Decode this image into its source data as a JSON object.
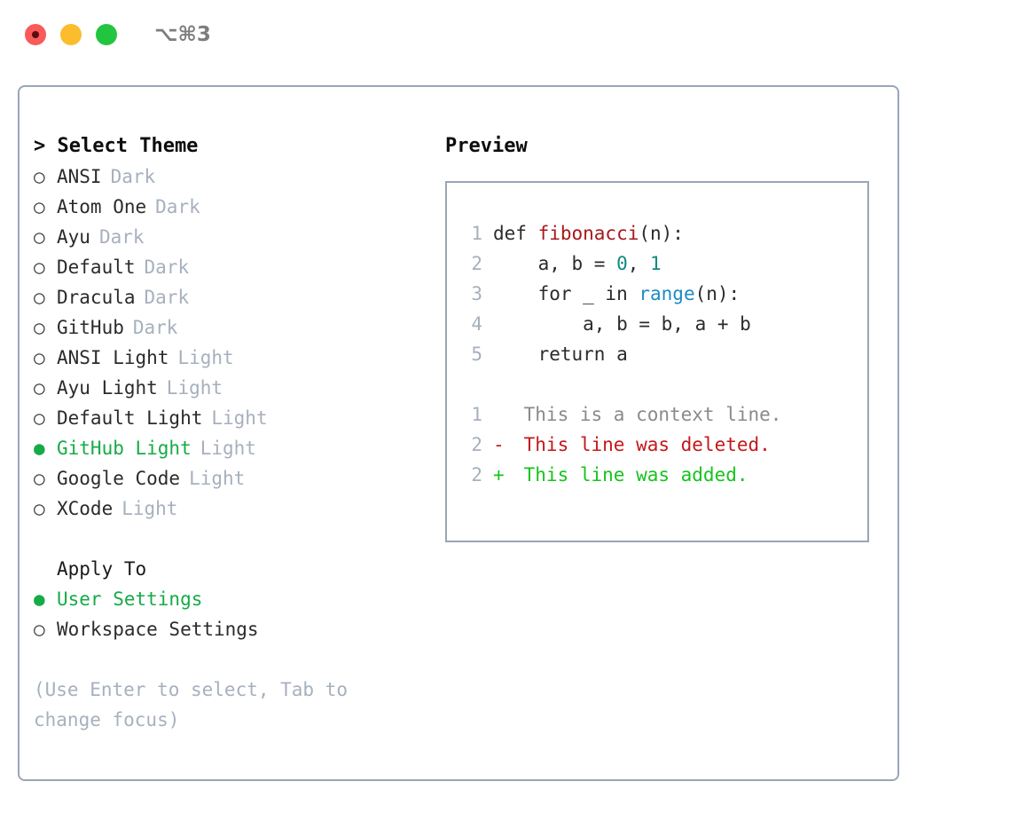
{
  "titlebar": {
    "lights": [
      {
        "name": "close",
        "color": "#fa5a5a"
      },
      {
        "name": "minimize",
        "color": "#fbbd2e"
      },
      {
        "name": "zoom",
        "color": "#22c540"
      }
    ],
    "shortcut": "⌥⌘3"
  },
  "theme_panel": {
    "header": "> Select Theme",
    "items": [
      {
        "bullet": "○",
        "label": "ANSI",
        "tag": "Dark",
        "selected": false
      },
      {
        "bullet": "○",
        "label": "Atom One",
        "tag": "Dark",
        "selected": false
      },
      {
        "bullet": "○",
        "label": "Ayu",
        "tag": "Dark",
        "selected": false
      },
      {
        "bullet": "○",
        "label": "Default",
        "tag": "Dark",
        "selected": false
      },
      {
        "bullet": "○",
        "label": "Dracula",
        "tag": "Dark",
        "selected": false
      },
      {
        "bullet": "○",
        "label": "GitHub",
        "tag": "Dark",
        "selected": false
      },
      {
        "bullet": "○",
        "label": "ANSI Light",
        "tag": "Light",
        "selected": false
      },
      {
        "bullet": "○",
        "label": "Ayu Light",
        "tag": "Light",
        "selected": false
      },
      {
        "bullet": "○",
        "label": "Default Light",
        "tag": "Light",
        "selected": false
      },
      {
        "bullet": "●",
        "label": "GitHub Light",
        "tag": "Light",
        "selected": true
      },
      {
        "bullet": "○",
        "label": "Google Code",
        "tag": "Light",
        "selected": false
      },
      {
        "bullet": "○",
        "label": "XCode",
        "tag": "Light",
        "selected": false
      }
    ]
  },
  "apply_panel": {
    "title": "Apply To",
    "items": [
      {
        "bullet": "●",
        "label": "User Settings",
        "selected": true
      },
      {
        "bullet": "○",
        "label": "Workspace Settings",
        "selected": false
      }
    ]
  },
  "hint": "(Use Enter to select, Tab to change focus)",
  "preview": {
    "title": "Preview",
    "code_lines": [
      {
        "lineno": "1",
        "tokens": [
          {
            "t": "def ",
            "c": "plain"
          },
          {
            "t": "fibonacci",
            "c": "fn"
          },
          {
            "t": "(n):",
            "c": "plain"
          }
        ]
      },
      {
        "lineno": "2",
        "tokens": [
          {
            "t": "    a, b = ",
            "c": "plain"
          },
          {
            "t": "0",
            "c": "num"
          },
          {
            "t": ", ",
            "c": "plain"
          },
          {
            "t": "1",
            "c": "num"
          }
        ]
      },
      {
        "lineno": "3",
        "tokens": [
          {
            "t": "    for _ in ",
            "c": "plain"
          },
          {
            "t": "range",
            "c": "call"
          },
          {
            "t": "(n):",
            "c": "plain"
          }
        ]
      },
      {
        "lineno": "4",
        "tokens": [
          {
            "t": "        a, b = b, a + b",
            "c": "plain"
          }
        ]
      },
      {
        "lineno": "5",
        "tokens": [
          {
            "t": "    return a",
            "c": "plain"
          }
        ]
      }
    ],
    "diff_lines": [
      {
        "lineno": "1",
        "mark": " ",
        "text": " This is a context line.",
        "kind": "ctx"
      },
      {
        "lineno": "2",
        "mark": "-",
        "text": " This line was deleted.",
        "kind": "del"
      },
      {
        "lineno": "2",
        "mark": "+",
        "text": " This line was added.",
        "kind": "add"
      }
    ]
  },
  "colors": {
    "accent_green": "#16ab46",
    "muted": "#a7b0be",
    "border": "#9aa5b7",
    "fn_red": "#a8171a",
    "num_teal": "#0e8a80",
    "call_blue": "#1d8bc2",
    "diff_add": "#16c41d",
    "diff_del": "#c4181b",
    "diff_ctx": "#8a8a8a"
  }
}
